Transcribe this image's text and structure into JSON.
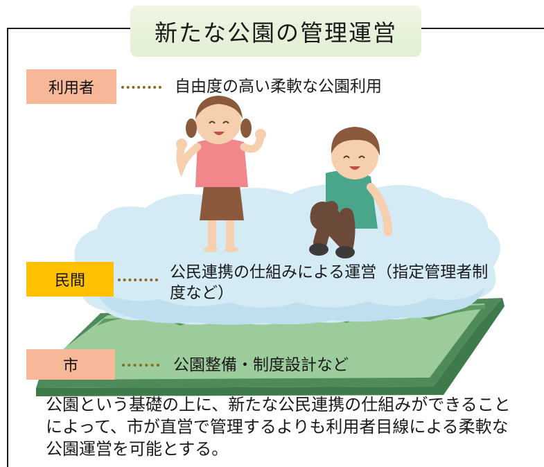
{
  "title": "新たな公園の管理運営",
  "layers": [
    {
      "label": "利用者",
      "description": "自由度の高い柔軟な公園利用",
      "color": "#f7b89a"
    },
    {
      "label": "民間",
      "description": "公民連携の仕組みによる運営（指定管理者制度など）",
      "color": "#ffc000"
    },
    {
      "label": "市",
      "description": "公園整備・制度設計など",
      "color": "#f7b89a"
    }
  ],
  "caption": "公園という基礎の上に、新たな公民連携の仕組みができることによって、市が直営で管理するよりも利用者目線による柔軟な公園運営を可能とする。",
  "colors": {
    "ground": "#8fbc8f",
    "ground_dark": "#4f8a5b",
    "cloud": "#dceff8",
    "dots": "#8a6a1c"
  }
}
